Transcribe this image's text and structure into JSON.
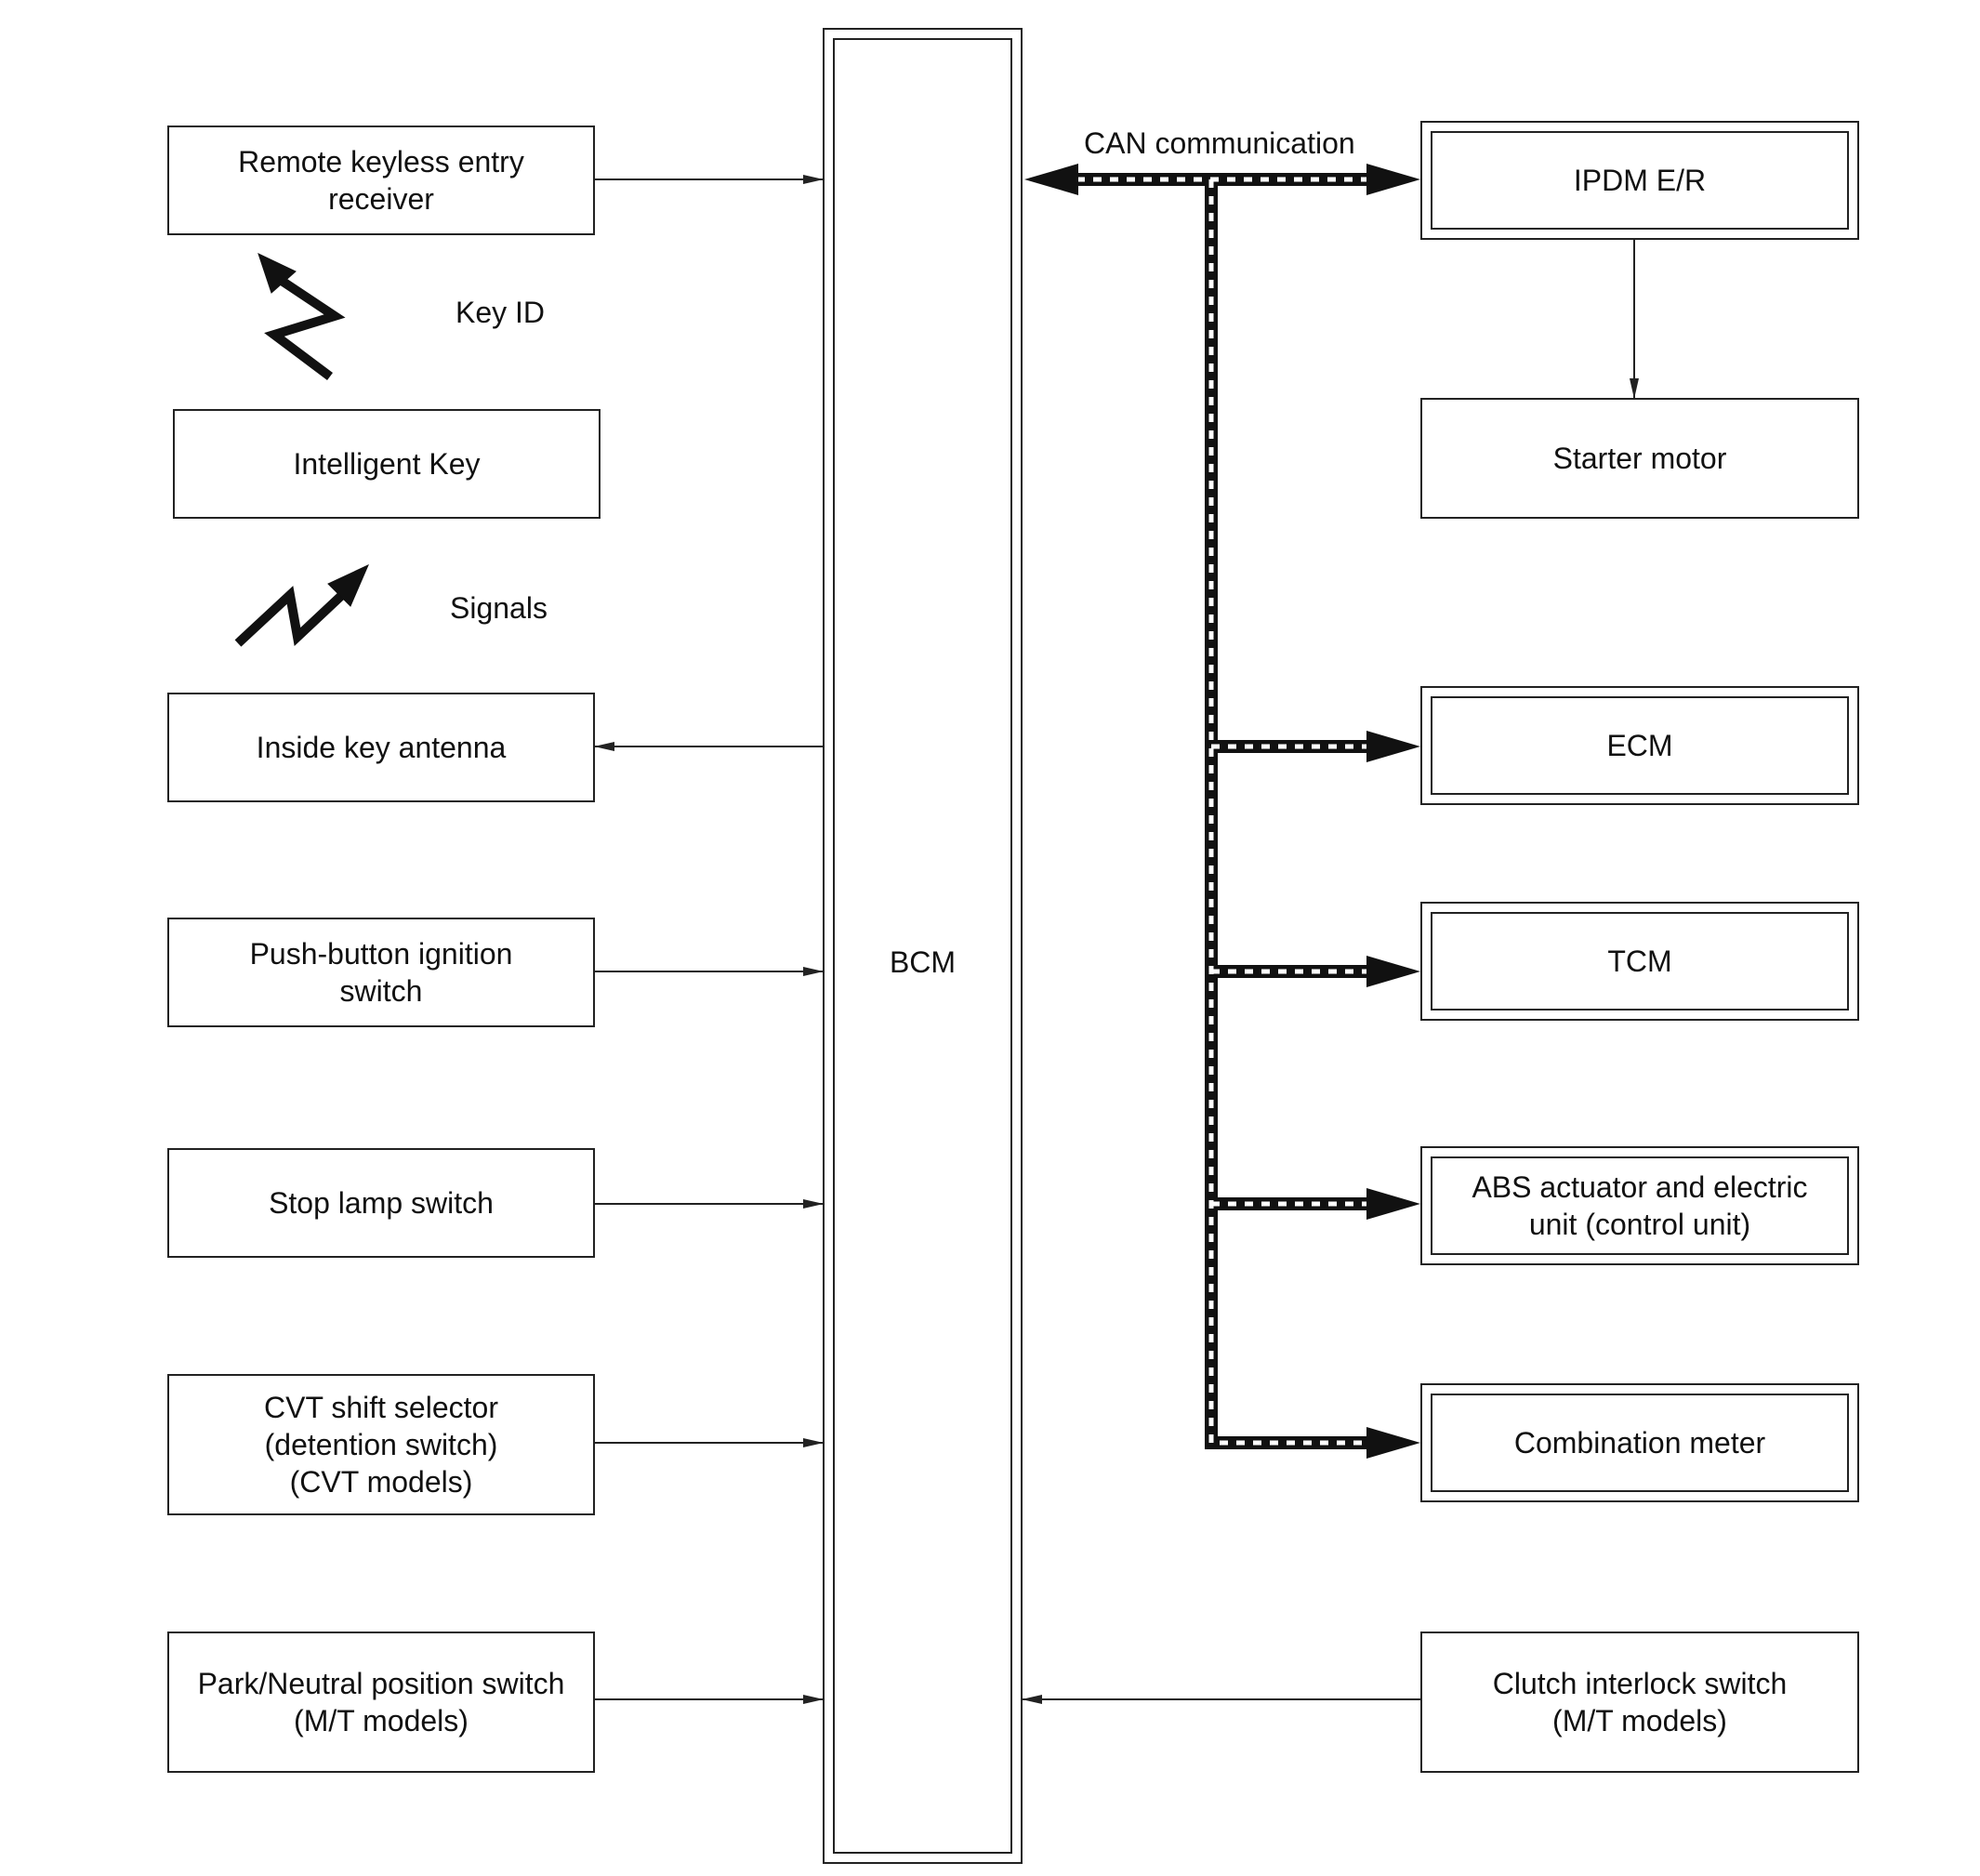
{
  "bcm": {
    "label": "BCM"
  },
  "left_boxes": {
    "remote_keyless": "Remote keyless entry\nreceiver",
    "intelligent_key": "Intelligent Key",
    "inside_antenna": "Inside key antenna",
    "push_button": "Push-button ignition\nswitch",
    "stop_lamp": "Stop lamp switch",
    "cvt_selector": "CVT shift selector\n(detention switch)\n(CVT models)",
    "park_neutral": "Park/Neutral position switch\n(M/T models)"
  },
  "right_boxes": {
    "ipdm": "IPDM E/R",
    "starter": "Starter motor",
    "ecm": "ECM",
    "tcm": "TCM",
    "abs": "ABS actuator and electric\nunit (control unit)",
    "combination_meter": "Combination meter",
    "clutch": "Clutch interlock switch\n(M/T models)"
  },
  "labels": {
    "key_id": "Key ID",
    "signals": "Signals",
    "can": "CAN communication"
  },
  "icons": {
    "key_id_signal": "lightning-signal-icon",
    "signals_signal": "lightning-signal-icon"
  },
  "colors": {
    "line": "#222222",
    "can_fill": "#ffffff"
  }
}
